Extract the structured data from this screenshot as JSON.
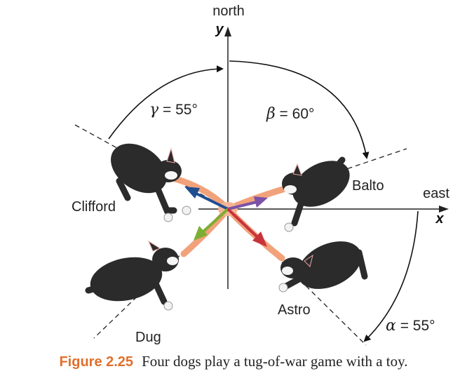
{
  "figure": {
    "labels": {
      "north": "north",
      "east": "east",
      "y_axis": "y",
      "x_axis": "x"
    },
    "dogs": [
      {
        "name": "Clifford"
      },
      {
        "name": "Balto"
      },
      {
        "name": "Dug"
      },
      {
        "name": "Astro"
      }
    ],
    "angles": {
      "gamma": {
        "symbol": "γ",
        "equals": " = 55°"
      },
      "beta": {
        "symbol": "β",
        "equals": " = 60°"
      },
      "alpha": {
        "symbol": "α",
        "equals": " = 55°"
      }
    },
    "colors": {
      "clifford_arrow": "#1f4e91",
      "balto_arrow": "#7b52a8",
      "dug_arrow": "#7cae33",
      "astro_arrow": "#c8333b",
      "rope": "#f2a27b",
      "caption_label": "#e06f2c"
    }
  },
  "caption": {
    "label": "Figure 2.25",
    "text": "Four dogs play a tug-of-war game with a toy."
  }
}
